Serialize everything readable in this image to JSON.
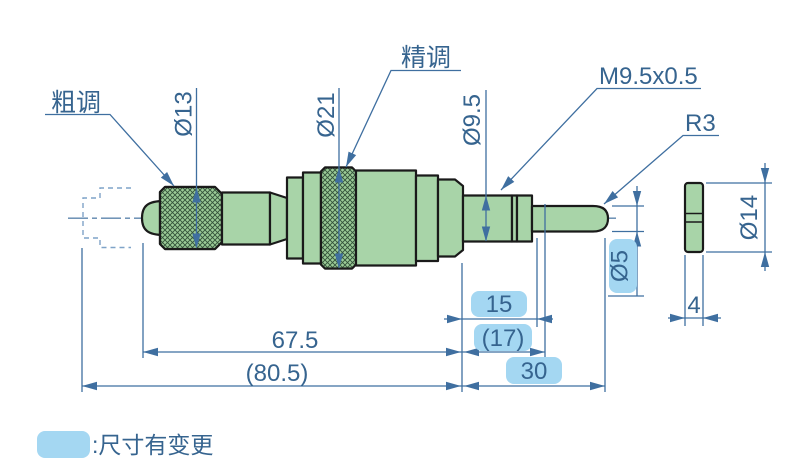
{
  "labels": {
    "coarse_adjust": "粗调",
    "fine_adjust": "精调",
    "thread_spec": "M9.5x0.5",
    "tip_radius": "R3",
    "dia_knob": "Ø13",
    "dia_body": "Ø21",
    "dia_thread": "Ø9.5",
    "dia_disc": "Ø14",
    "dia_spindle": "Ø5"
  },
  "dimensions": {
    "len_thread": "15",
    "len_thread_paren": "(17)",
    "len_front": "30",
    "len_body": "67.5",
    "len_total_paren": "(80.5)",
    "disc_thickness": "4"
  },
  "legend": {
    "note": ":尺寸有变更"
  },
  "colors": {
    "part_fill": "#a8d4a8",
    "outline": "#1a1a1a",
    "dimension_blue": "#3f6fa0",
    "text_blue": "#36648f",
    "highlight_blue": "#a4d7f2",
    "phantom_blue": "#7fa3c8"
  }
}
